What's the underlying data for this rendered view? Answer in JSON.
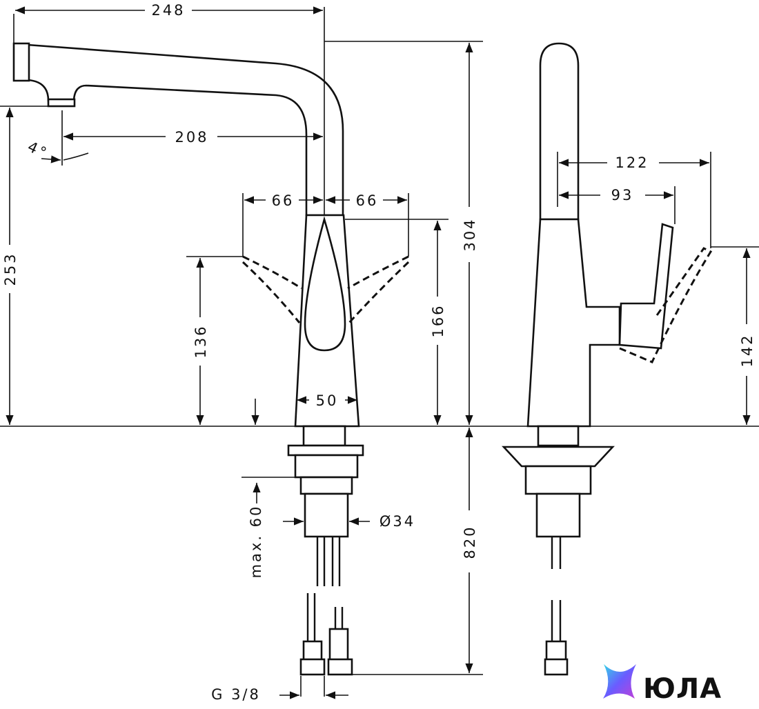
{
  "dimensions": {
    "spout_reach": "248",
    "spout_inner": "208",
    "angle": "4°",
    "lever_left": "66",
    "lever_right": "66",
    "total_height": "304",
    "outlet_height": "253",
    "lever_height_left": "136",
    "lever_height_right": "166",
    "base_width": "50",
    "max_deck": "max. 60",
    "hole_dia": "Ø34",
    "hose_length": "820",
    "connection": "G 3/8",
    "side_reach_outer": "122",
    "side_reach_inner": "93",
    "side_lever_height": "142"
  },
  "logo": {
    "text": "ЮЛА",
    "colors": [
      "#33d6e8",
      "#6a5cff",
      "#c03fd8"
    ]
  }
}
